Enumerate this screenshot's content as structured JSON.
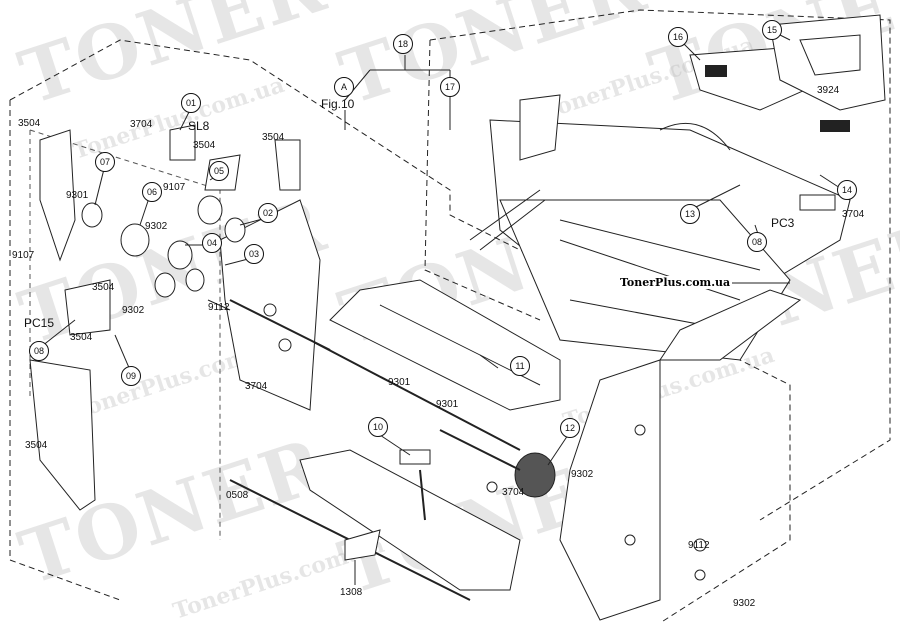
{
  "watermark": {
    "brand_big": "TONER",
    "brand_site": "TonerPlus.com.ua"
  },
  "banner": "TonerPlus.com.ua",
  "header_text": "",
  "circled_labels": [
    {
      "id": "c01",
      "text": "01"
    },
    {
      "id": "c02",
      "text": "02"
    },
    {
      "id": "c03",
      "text": "03"
    },
    {
      "id": "c04",
      "text": "04"
    },
    {
      "id": "c05",
      "text": "05"
    },
    {
      "id": "c06",
      "text": "06"
    },
    {
      "id": "c07",
      "text": "07"
    },
    {
      "id": "c08a",
      "text": "08"
    },
    {
      "id": "c08b",
      "text": "08"
    },
    {
      "id": "c09",
      "text": "09"
    },
    {
      "id": "c10",
      "text": "10"
    },
    {
      "id": "c11",
      "text": "11"
    },
    {
      "id": "c12",
      "text": "12"
    },
    {
      "id": "c13",
      "text": "13"
    },
    {
      "id": "c14",
      "text": "14"
    },
    {
      "id": "c15",
      "text": "15"
    },
    {
      "id": "c16",
      "text": "16"
    },
    {
      "id": "c17",
      "text": "17"
    },
    {
      "id": "c18",
      "text": "18"
    },
    {
      "id": "cA",
      "text": "A"
    }
  ],
  "labels": {
    "fig_ref": "Fig.10",
    "sl8": "SL8",
    "pc15": "PC15",
    "pc3": "PC3",
    "p3504": "3504",
    "p3704": "3704",
    "p3924": "3924",
    "p9107": "9107",
    "p9112": "9112",
    "p9301": "9301",
    "p9302": "9302",
    "p0508": "0508",
    "p1308": "1308"
  }
}
